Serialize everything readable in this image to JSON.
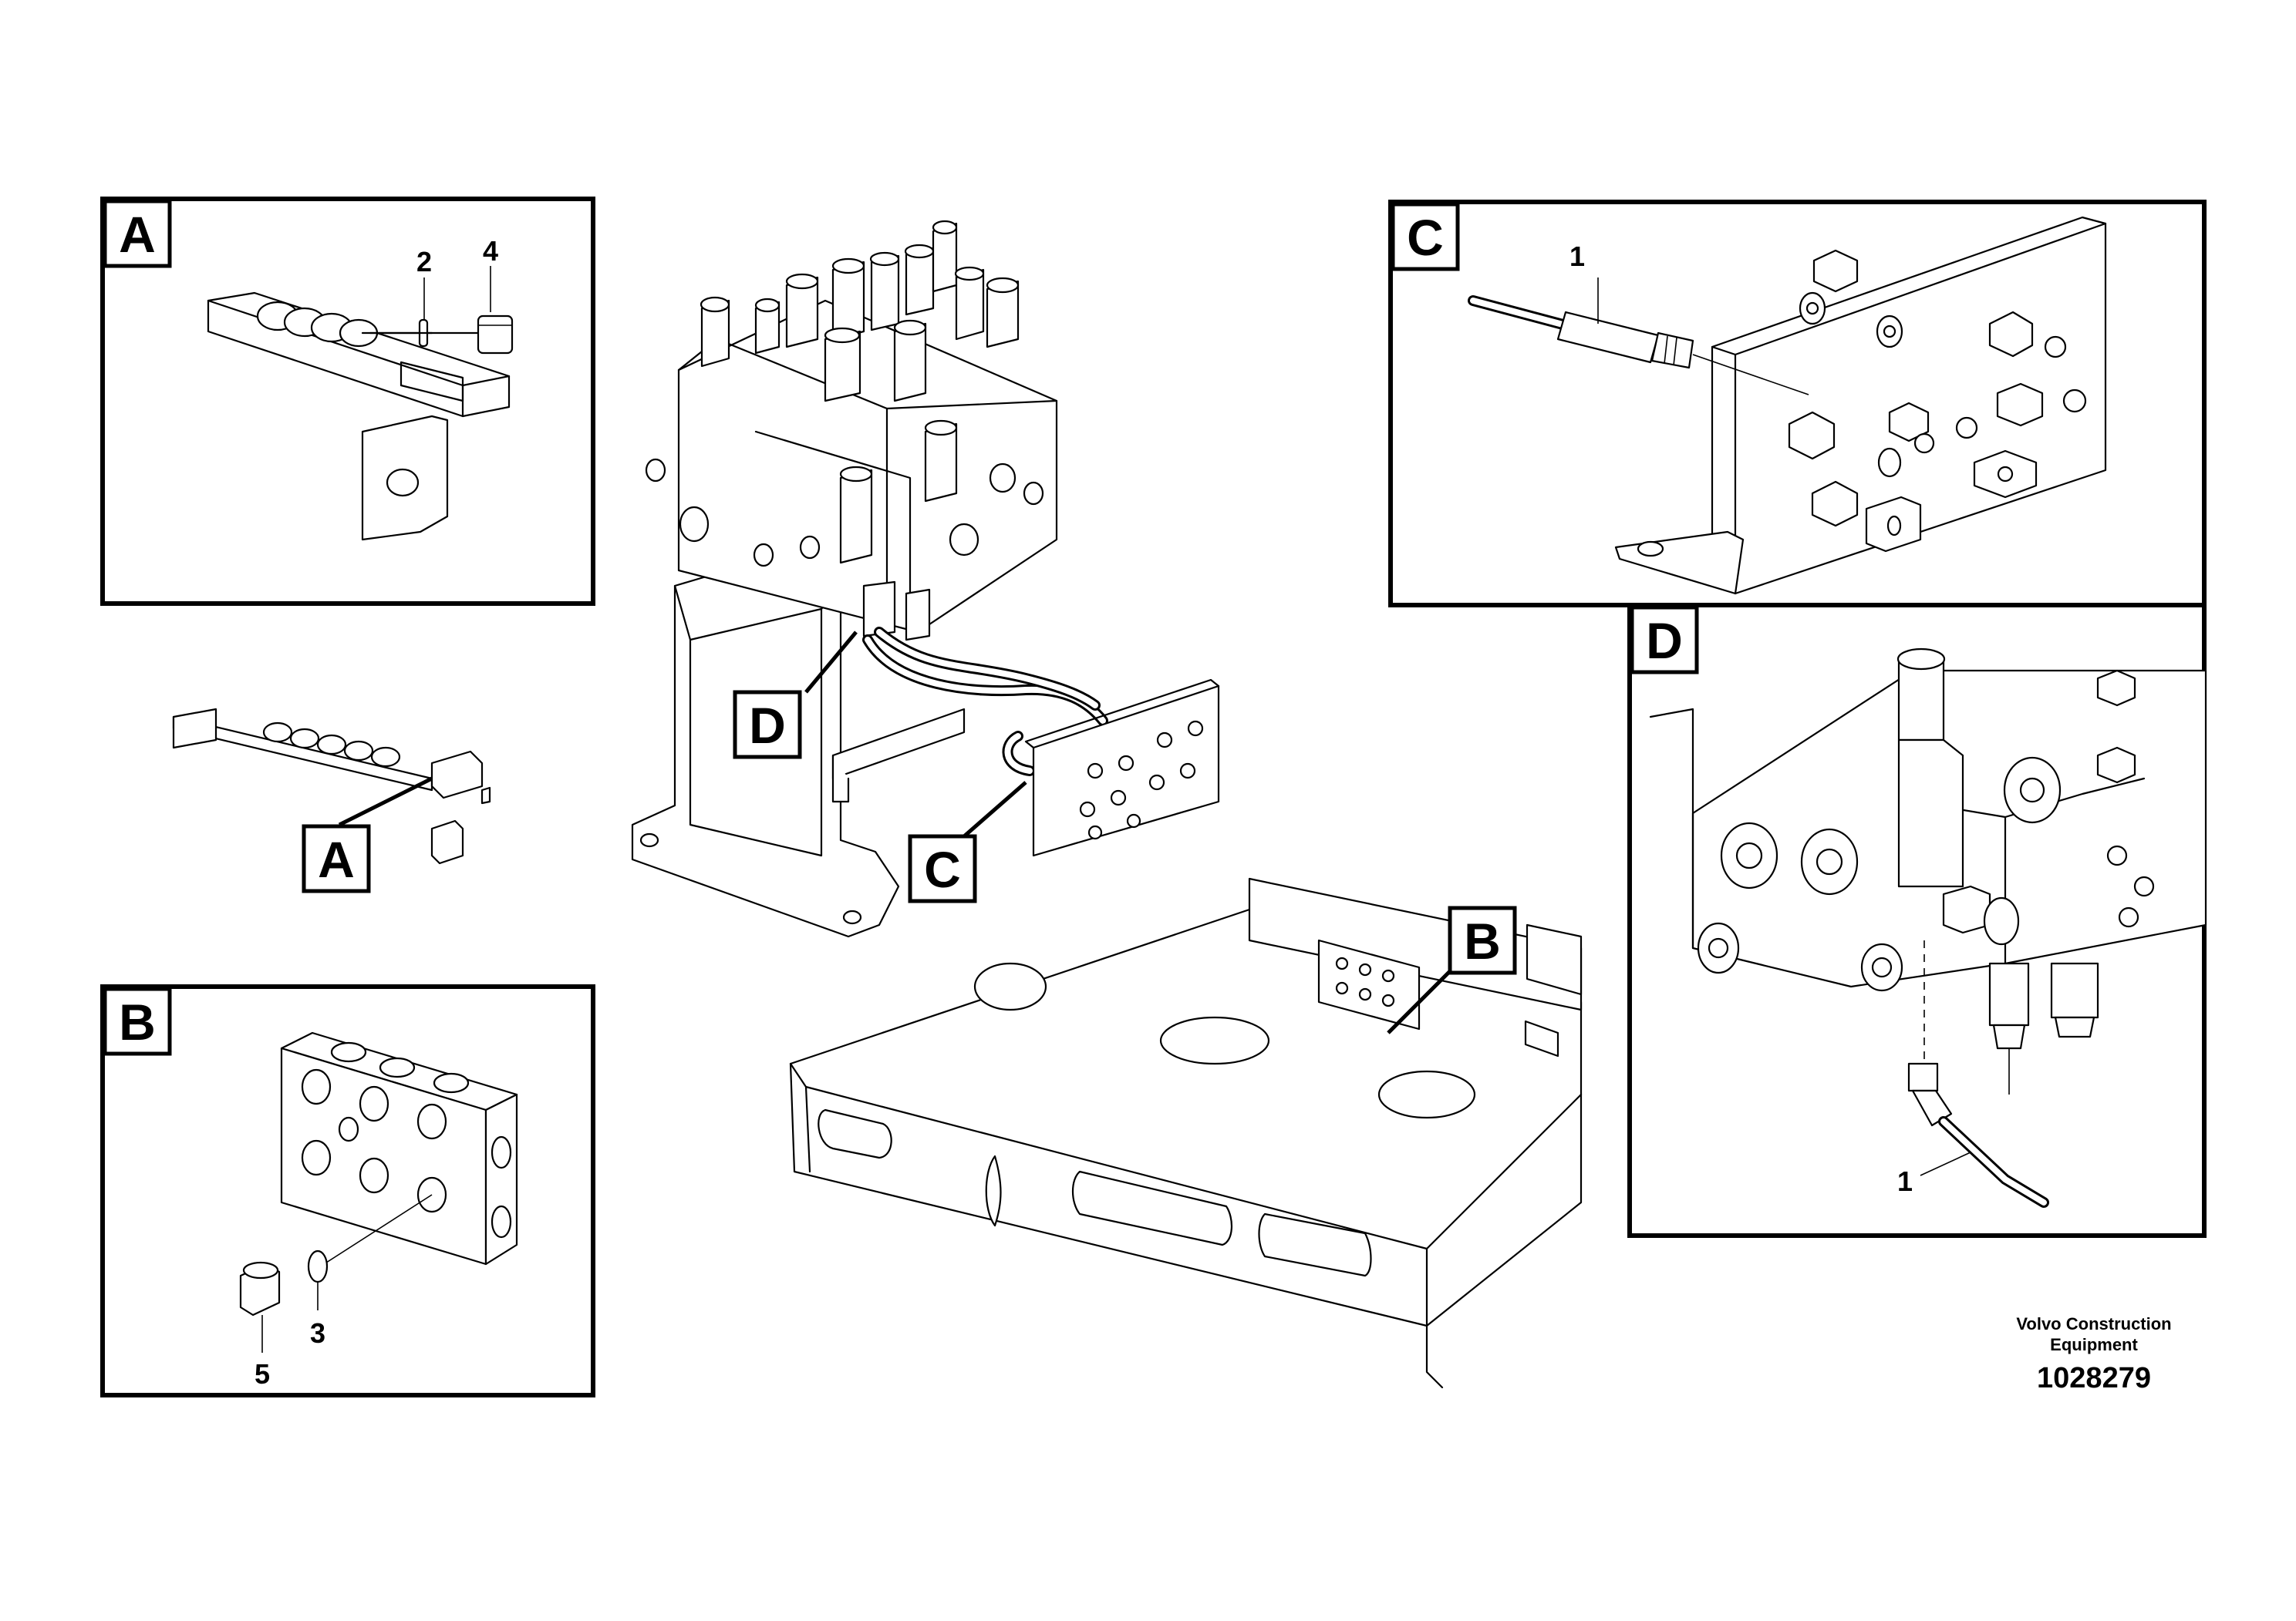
{
  "detail_views": {
    "A": {
      "label": "A",
      "part_numbers": [
        "2",
        "4"
      ]
    },
    "B": {
      "label": "B",
      "part_numbers": [
        "5",
        "3"
      ]
    },
    "C": {
      "label": "C",
      "part_numbers": [
        "1"
      ]
    },
    "D": {
      "label": "D",
      "part_numbers": [
        "1"
      ]
    }
  },
  "main_view_callouts": [
    "D",
    "C",
    "A",
    "B"
  ],
  "footer": {
    "company_line1": "Volvo Construction",
    "company_line2": "Equipment",
    "drawing_number": "1028279"
  }
}
